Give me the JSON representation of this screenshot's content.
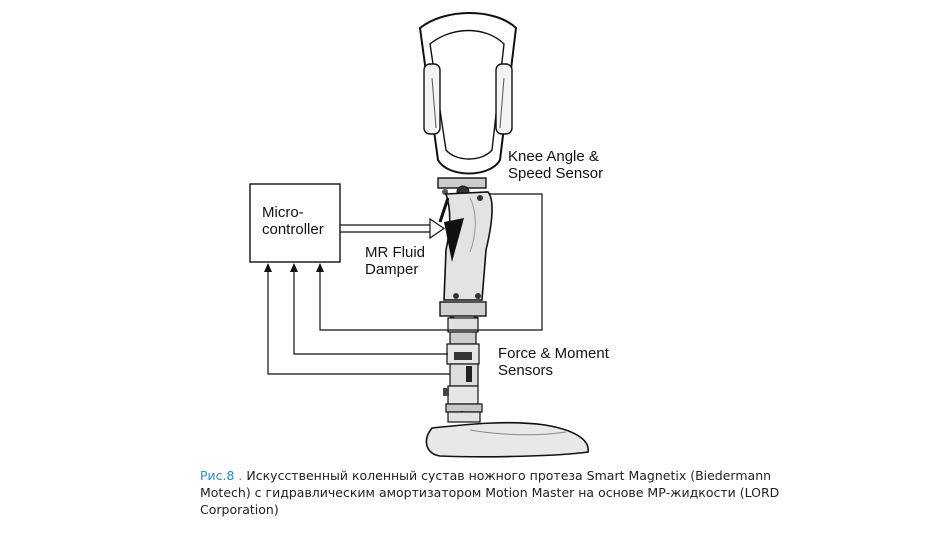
{
  "labels": {
    "microcontroller_line1": "Micro-",
    "microcontroller_line2": "controller",
    "knee_sensor_line1": "Knee Angle &",
    "knee_sensor_line2": "Speed Sensor",
    "damper_line1": "MR Fluid",
    "damper_line2": "Damper",
    "force_sensor_line1": "Force & Moment",
    "force_sensor_line2": "Sensors"
  },
  "caption": {
    "figure_ref": "Рис.8 .",
    "line1": " Искусственный коленный сустав ножного протеза Smart Magnetix (Biedermann",
    "line2": "Motech) с гидравлическим амортизатором Motion Master на основе МР-жидкости (LORD",
    "line3": "Corporation)"
  },
  "colors": {
    "line": "#111111",
    "metal_light": "#e3e3e3",
    "metal_mid": "#c4c4c4",
    "caption_text": "#222222",
    "caption_ref": "#2a8fc8"
  }
}
